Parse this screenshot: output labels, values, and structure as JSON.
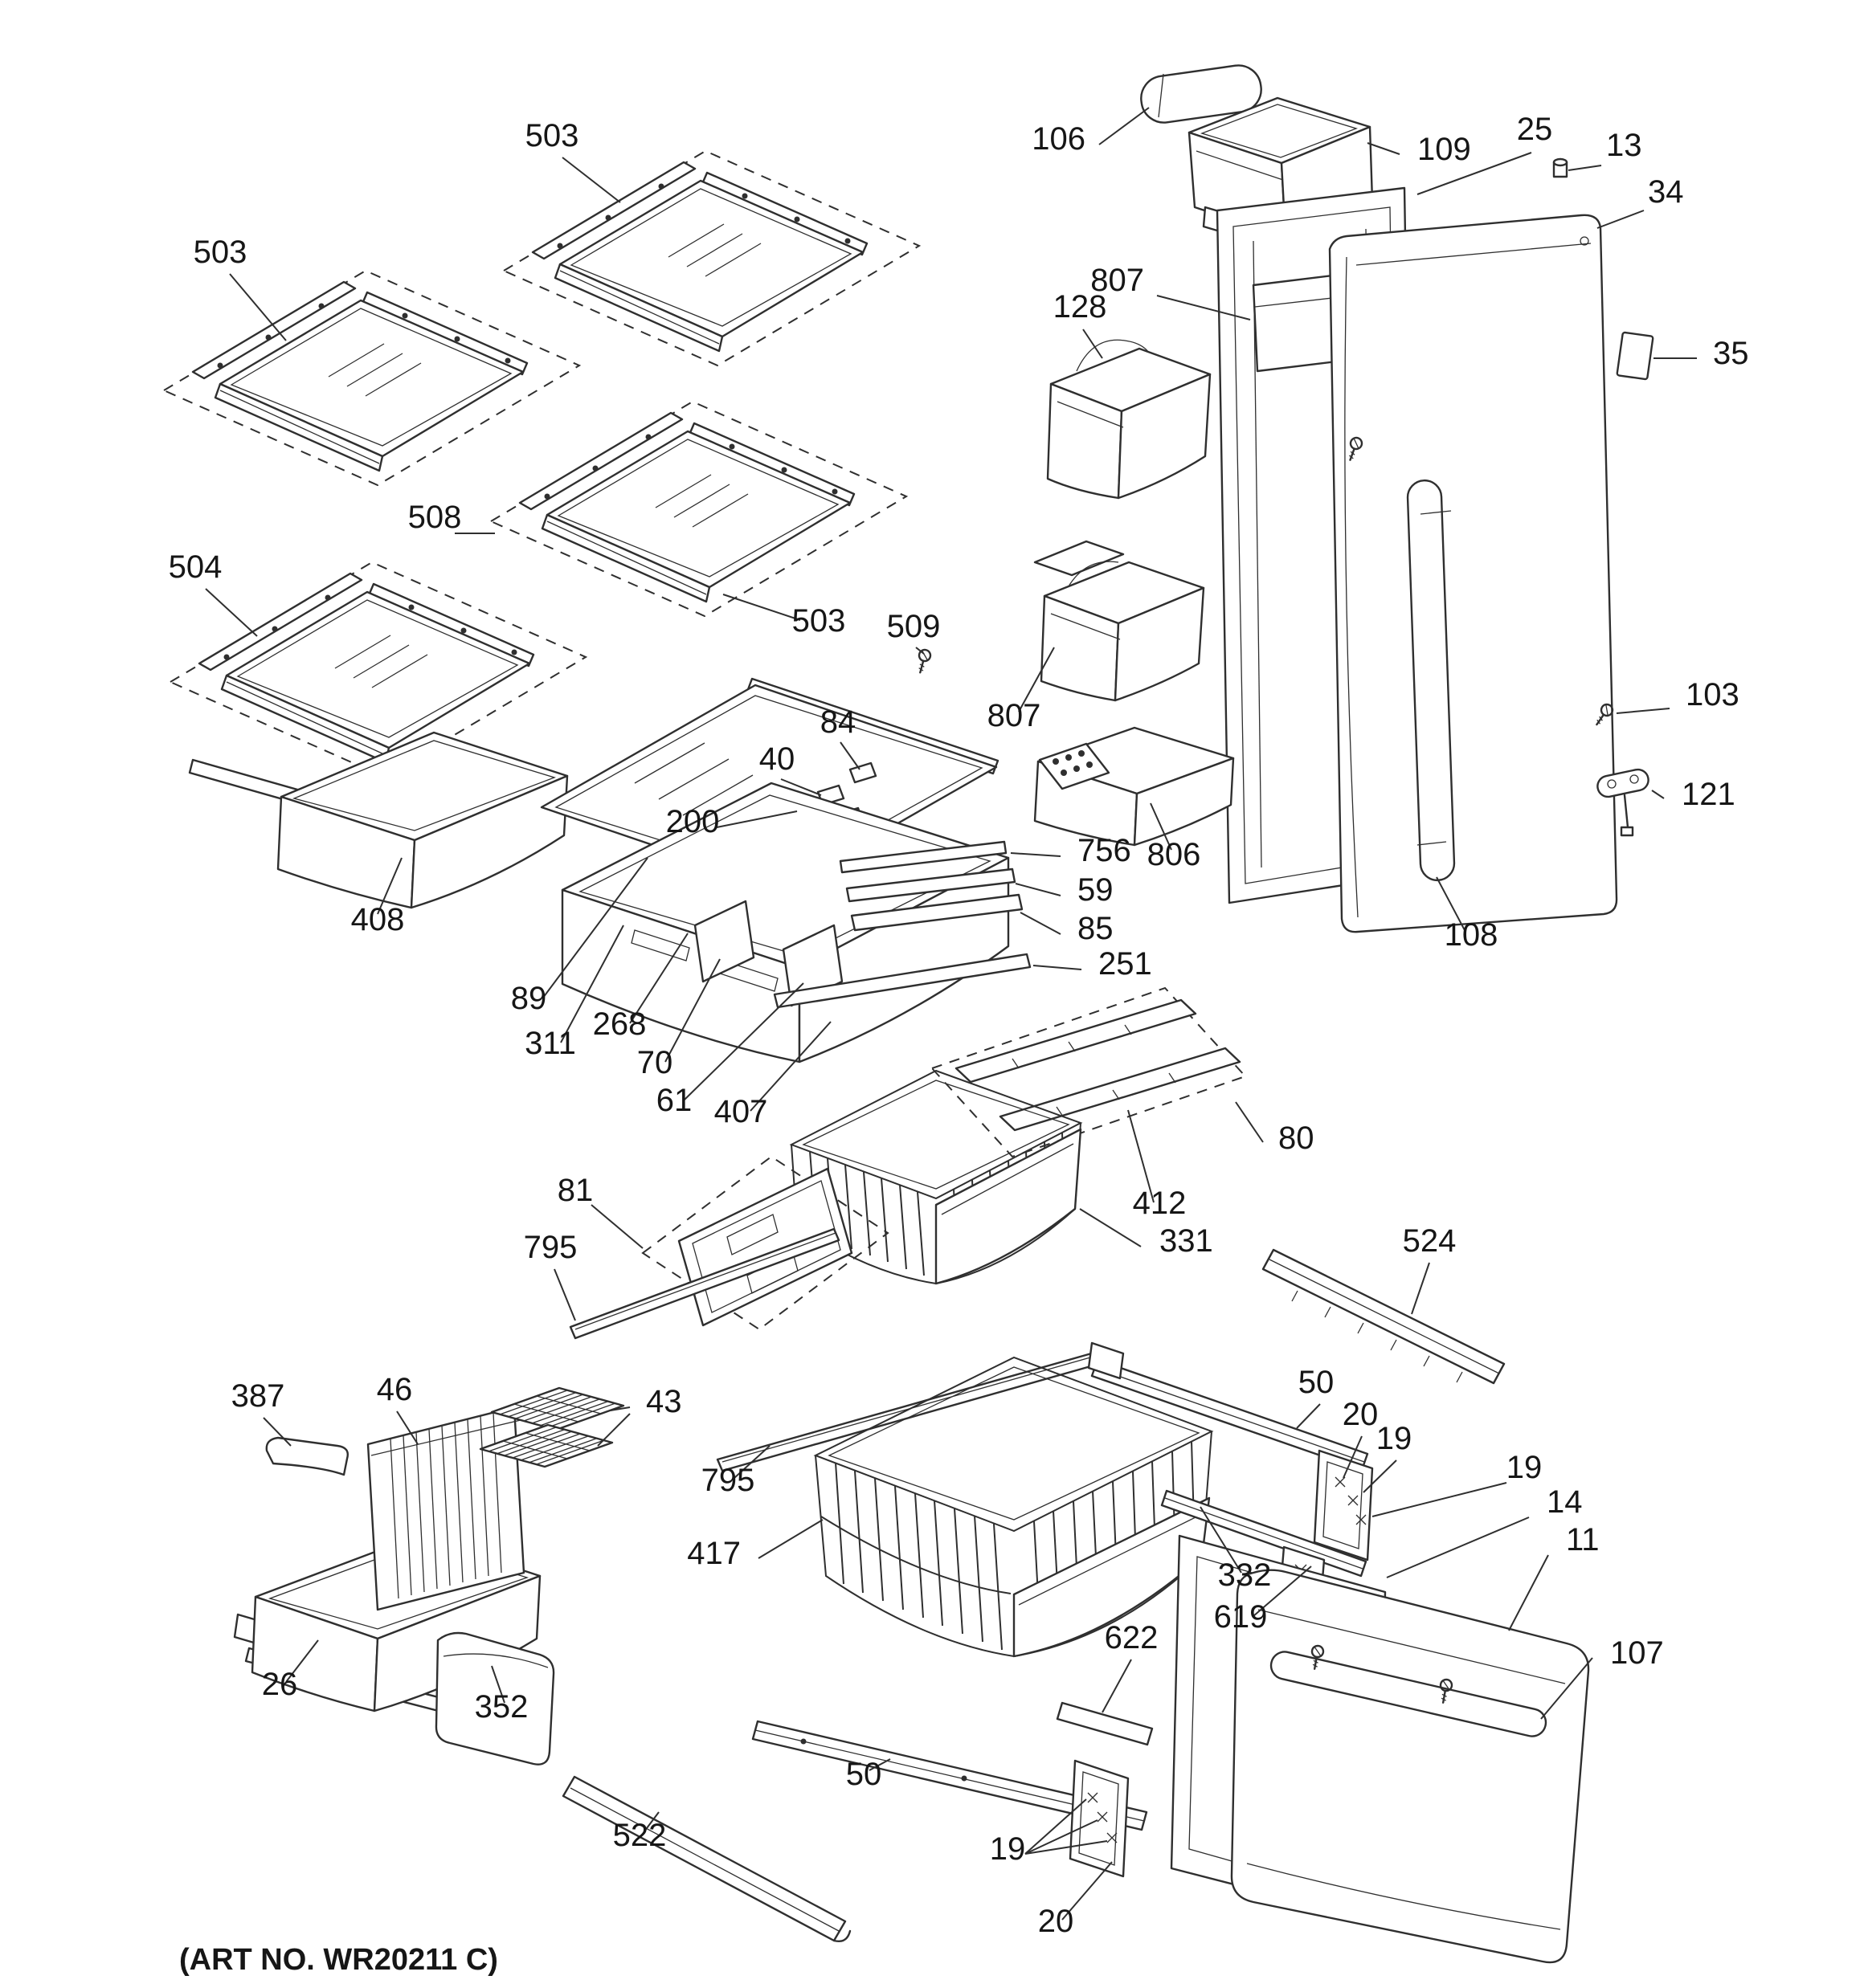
{
  "footer": {
    "art_no": "(ART NO. WR20211 C)"
  },
  "callouts": {
    "c503_top": "503",
    "c503_left": "503",
    "c503_mid": "503",
    "c508": "508",
    "c504": "504",
    "c408": "408",
    "c509": "509",
    "c84": "84",
    "c40": "40",
    "c200": "200",
    "c756": "756",
    "c59": "59",
    "c85": "85",
    "c251": "251",
    "c89": "89",
    "c311": "311",
    "c268": "268",
    "c70": "70",
    "c61": "61",
    "c407": "407",
    "c80": "80",
    "c412": "412",
    "c331": "331",
    "c81": "81",
    "c795_upper": "795",
    "c795_lower": "795",
    "c524": "524",
    "c387": "387",
    "c46": "46",
    "c43": "43",
    "c50_right": "50",
    "c50_bottom": "50",
    "c20_right": "20",
    "c20_bottom": "20",
    "c19_right1": "19",
    "c19_right2": "19",
    "c19_bottom": "19",
    "c14": "14",
    "c11": "11",
    "c417": "417",
    "c332": "332",
    "c619": "619",
    "c622": "622",
    "c26": "26",
    "c352": "352",
    "c107": "107",
    "c522": "522",
    "c106": "106",
    "c109": "109",
    "c25": "25",
    "c13": "13",
    "c34": "34",
    "c128": "128",
    "c807_top": "807",
    "c807_mid": "807",
    "c35": "35",
    "c103": "103",
    "c121": "121",
    "c806": "806",
    "c108": "108"
  }
}
